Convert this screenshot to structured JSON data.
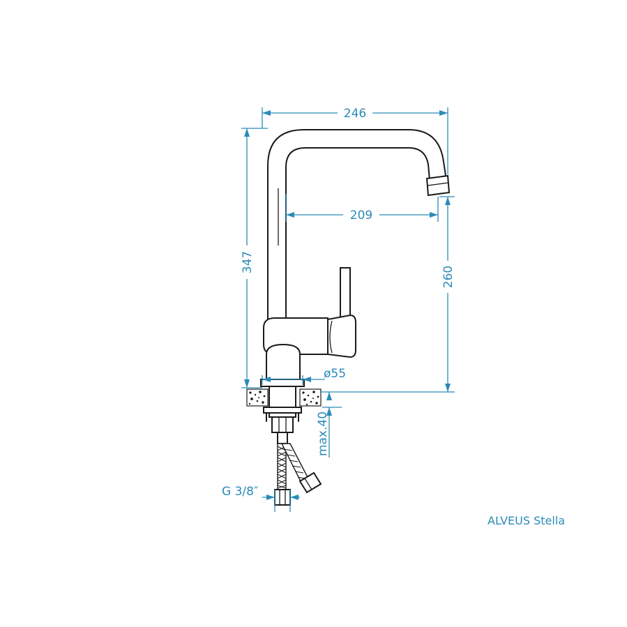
{
  "drawing": {
    "dimensions": {
      "overall_width": "246",
      "spout_reach": "209",
      "overall_height": "347",
      "spout_height": "260",
      "base_diameter": "ø55",
      "max_thickness": "max.40",
      "connection_thread": "G 3/8″"
    },
    "product_name": "ALVEUS Stella",
    "colors": {
      "dimension": "#2b8ab8",
      "outline": "#1a1a1a"
    }
  }
}
